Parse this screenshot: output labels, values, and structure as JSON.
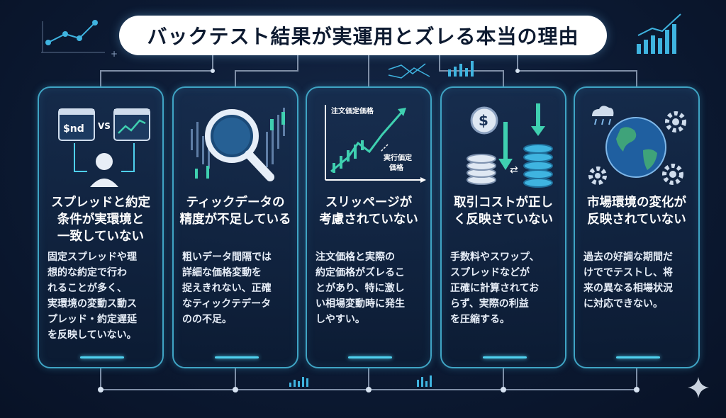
{
  "title": "バックテスト結果が実運用とズレる本当の理由",
  "cards": [
    {
      "icon": "spread-compare-icon",
      "icon_text_left": "$nd",
      "icon_text_vs": "VS",
      "title": "スプレッドと約定\n条件が実環境と\n一致していない",
      "body": "固定スプレッドや理\n想的な約定で行わ\nれることが多く、\n実環境の変動ス動ス\nプレッド・約定遅延\nを反映していない。"
    },
    {
      "icon": "magnifier-chart-icon",
      "title": "ティックデータの\n精度が不足している",
      "body": "粗いデータ間隔では\n詳細な価格変動を\n捉えきれない、正確\nなティックテデータ\nのの不足。"
    },
    {
      "icon": "slippage-chart-icon",
      "icon_label_order": "注文価定価格",
      "icon_label_exec": "実行価定\n価格",
      "title": "スリッページが\n考慮されていない",
      "body": "注文価格と実際の\n約定価格がズレるこ\nとがあり、特に激し\nい相場変動時に発生\nしやすい。"
    },
    {
      "icon": "coin-cost-icon",
      "title": "取引コストが正し\nく反映さていない",
      "body": "手数料やスワップ、\nスプレッドなどが\n正確に計算されてお\nらず、実際の利益\nを圧縮する。"
    },
    {
      "icon": "globe-gears-icon",
      "title": "市場環境の変化が\n反映されていない",
      "body": "過去の好調な期間だ\nけででテストし、将\n来の異なる相場状況\nに対応できない。"
    }
  ],
  "colors": {
    "accent": "#4fd0ee",
    "border": "#3fa4c4",
    "background": "#0c1a33",
    "title_bg": "#ffffff"
  }
}
